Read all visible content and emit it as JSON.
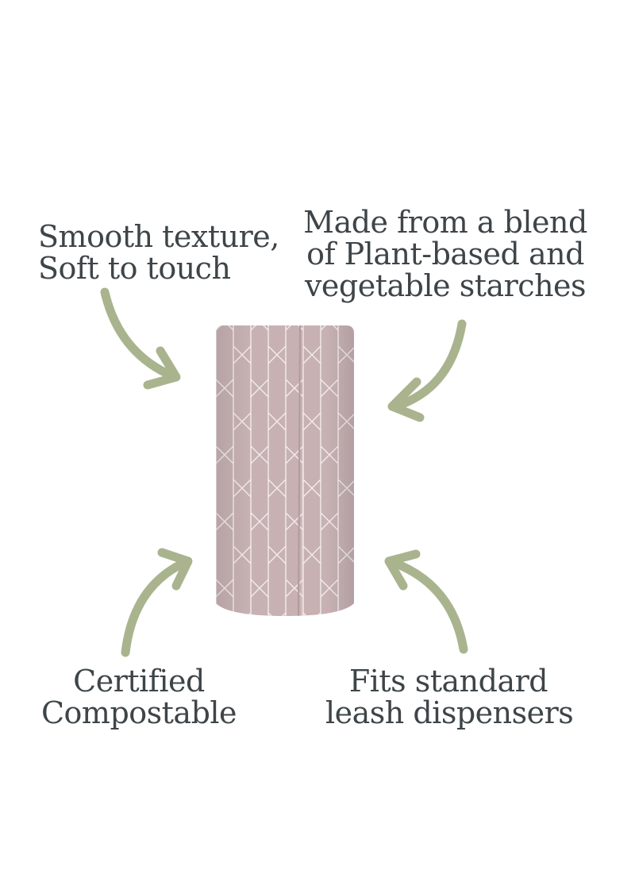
{
  "features": {
    "top_left": {
      "line1": "Smooth texture,",
      "line2": "Soft to touch"
    },
    "top_right": {
      "line1": "Made from a blend",
      "line2": "of Plant-based and",
      "line3": "vegetable starches"
    },
    "bottom_left": {
      "line1": "Certified",
      "line2": "Compostable"
    },
    "bottom_right": {
      "line1": "Fits standard",
      "line2": "leash dispensers"
    }
  },
  "colors": {
    "text": "#3e4549",
    "arrow": "#a9b48e",
    "roll": "#c7b1b3",
    "roll_shade": "#b9a2a5",
    "pattern_line": "#f4ecec"
  },
  "icons": {
    "arrows": "curved-arrow-icon",
    "product": "bag-roll-icon"
  }
}
